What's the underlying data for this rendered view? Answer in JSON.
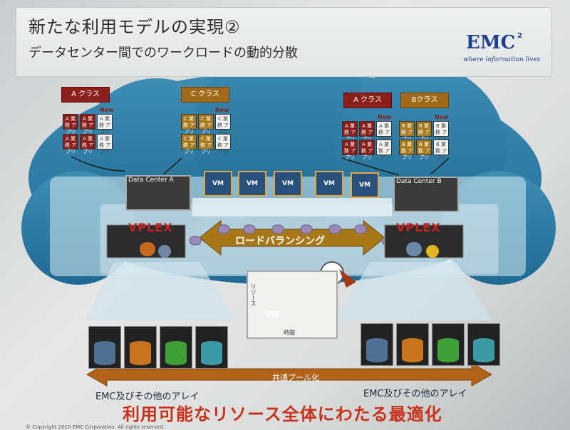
{
  "title": "新たな利用モデルの実現②",
  "subtitle": "データセンター間でのワークロードの動的分散",
  "logo": {
    "text": "EMC",
    "sup": "2",
    "tagline": "where information lives"
  },
  "classes": {
    "a1": "A クラス",
    "c": "C クラス",
    "a2": "A クラス",
    "b": "Bクラス"
  },
  "new_label": "New",
  "apps": {
    "red_a": "A 業務 アプリ",
    "gold_c": "C 業務 アプリ",
    "b": "B 業務 アプリ"
  },
  "datacenters": {
    "a": "Data Center  A",
    "b": "Data Center  B"
  },
  "vm_label": "VM",
  "vplex": "VPLEX",
  "load_balancing": "ロードバランシング",
  "chart": {
    "used": "使用",
    "x": "時間",
    "y": "リソース"
  },
  "pool": "共通プール化",
  "arrays": {
    "left": "EMC及びその他のアレイ",
    "right": "EMC及びその他のアレイ"
  },
  "headline": "利用可能なリソース全体にわたる最適化",
  "copyright": "© Copyright 2010 EMC Corporation. All rights reserved.",
  "colors": {
    "accent_red": "#8c1f1b",
    "accent_gold": "#a06a18",
    "cloud": "#2f7fa8",
    "headline": "#c8321a"
  }
}
